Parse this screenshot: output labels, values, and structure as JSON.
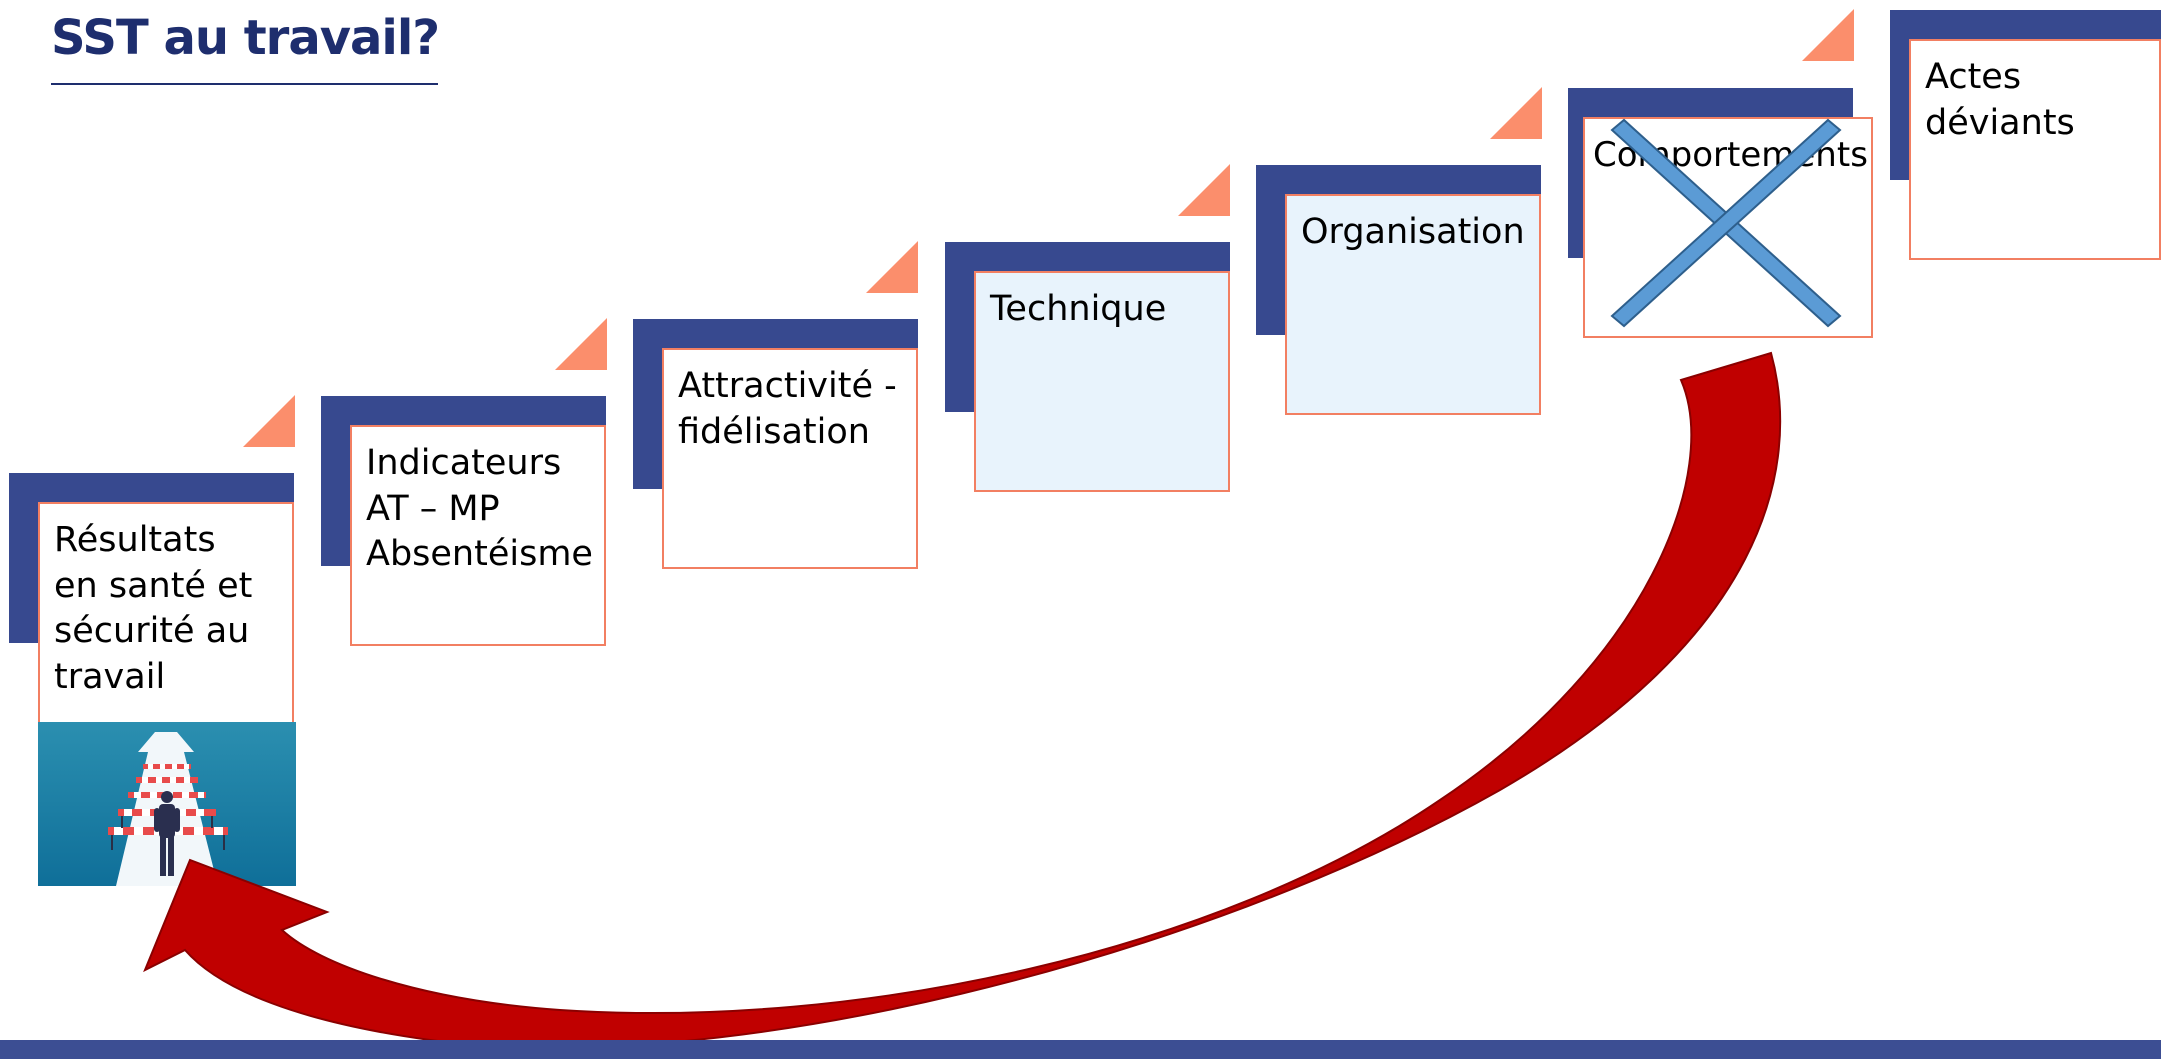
{
  "title": "SST au travail?",
  "steps": [
    {
      "lines": [
        "Résultats",
        "en santé et",
        "sécurité au",
        "travail"
      ]
    },
    {
      "lines": [
        "Indicateurs",
        "AT – MP",
        "Absentéisme"
      ]
    },
    {
      "lines": [
        "Attractivité -",
        "fidélisation"
      ]
    },
    {
      "lines": [
        "Technique"
      ]
    },
    {
      "lines": [
        "Organisation"
      ]
    },
    {
      "lines": [
        "Comportements"
      ]
    },
    {
      "lines": [
        "Actes",
        "déviants"
      ]
    }
  ],
  "colors": {
    "title": "#1e2e6e",
    "back_panel": "#37498f",
    "card_border": "#f27f62",
    "corner_triangle": "#fb8e6c",
    "shaded_card": "#e8f3fc",
    "cross": "#5b9bd5",
    "arrow": "#c00000",
    "footer": "#3c4e93"
  },
  "icons": {
    "cross": "x-cross-icon",
    "arrow": "curved-arrow-icon",
    "illustration": "person-facing-hurdles-image"
  }
}
